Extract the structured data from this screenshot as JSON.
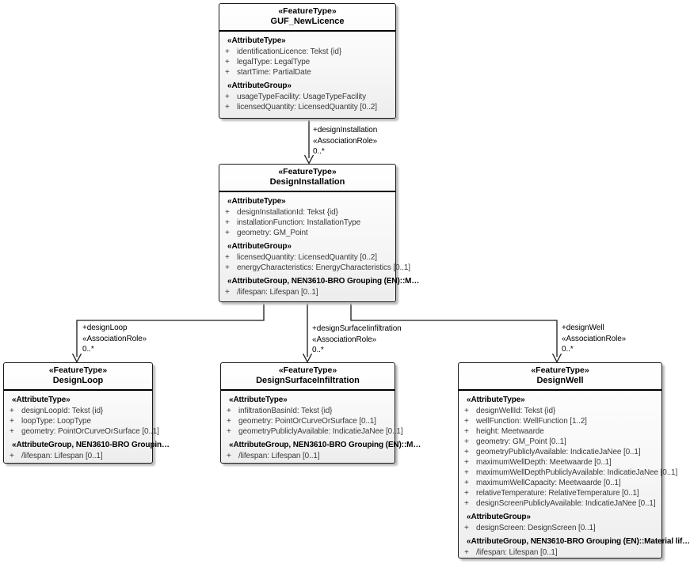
{
  "diagram": {
    "background_color": "#ffffff",
    "box_border_color": "#1a1a1a",
    "box_fill_top": "#ffffff",
    "box_fill_bottom": "#ededed",
    "attribute_text_color": "#3a3a3a"
  },
  "classes": [
    {
      "stereotype": "«FeatureType»",
      "name": "GUF_NewLicence",
      "items": [
        {
          "kind": "group",
          "text": "«AttributeType»"
        },
        {
          "kind": "attr",
          "vis": "+",
          "text": "identificationLicence: Tekst {id}"
        },
        {
          "kind": "attr",
          "vis": "+",
          "text": "legalType: LegalType"
        },
        {
          "kind": "attr",
          "vis": "+",
          "text": "startTime: PartialDate"
        },
        {
          "kind": "group",
          "text": "«AttributeGroup»"
        },
        {
          "kind": "attr",
          "vis": "+",
          "text": "usageTypeFacility: UsageTypeFacility"
        },
        {
          "kind": "attr",
          "vis": "+",
          "text": "licensedQuantity: LicensedQuantity [0..2]"
        }
      ]
    },
    {
      "stereotype": "«FeatureType»",
      "name": "DesignInstallation",
      "items": [
        {
          "kind": "group",
          "text": "«AttributeType»"
        },
        {
          "kind": "attr",
          "vis": "+",
          "text": "designInstallationId: Tekst {id}"
        },
        {
          "kind": "attr",
          "vis": "+",
          "text": "installationFunction: InstallationType"
        },
        {
          "kind": "attr",
          "vis": "+",
          "text": "geometry: GM_Point"
        },
        {
          "kind": "group",
          "text": "«AttributeGroup»"
        },
        {
          "kind": "attr",
          "vis": "+",
          "text": "licensedQuantity: LicensedQuantity [0..2]"
        },
        {
          "kind": "attr",
          "vis": "+",
          "text": "energyCharacteristics: EnergyCharacteristics [0..1]"
        },
        {
          "kind": "group",
          "text": "«AttributeGroup, NEN3610-BRO Grouping (EN)::M…"
        },
        {
          "kind": "attr",
          "vis": "+",
          "text": "/lifespan: Lifespan [0..1]"
        }
      ]
    },
    {
      "stereotype": "«FeatureType»",
      "name": "DesignLoop",
      "items": [
        {
          "kind": "group",
          "text": "«AttributeType»"
        },
        {
          "kind": "attr",
          "vis": "+",
          "text": "designLoopId: Tekst {id}"
        },
        {
          "kind": "attr",
          "vis": "+",
          "text": "loopType: LoopType"
        },
        {
          "kind": "attr",
          "vis": "+",
          "text": "geometry: PointOrCurveOrSurface [0..1]"
        },
        {
          "kind": "group",
          "text": "«AttributeGroup, NEN3610-BRO Groupin…"
        },
        {
          "kind": "attr",
          "vis": "+",
          "text": "/lifespan: Lifespan [0..1]"
        }
      ]
    },
    {
      "stereotype": "«FeatureType»",
      "name": "DesignSurfaceInfiltration",
      "items": [
        {
          "kind": "group",
          "text": "«AttributeType»"
        },
        {
          "kind": "attr",
          "vis": "+",
          "text": "infiltrationBasinId: Tekst {id}"
        },
        {
          "kind": "attr",
          "vis": "+",
          "text": "geometry: PointOrCurveOrSurface [0..1]"
        },
        {
          "kind": "attr",
          "vis": "+",
          "text": "geometryPubliclyAvailable: IndicatieJaNee [0..1]"
        },
        {
          "kind": "group",
          "text": "«AttributeGroup, NEN3610-BRO Grouping (EN)::M…"
        },
        {
          "kind": "attr",
          "vis": "+",
          "text": "/lifespan: Lifespan [0..1]"
        }
      ]
    },
    {
      "stereotype": "«FeatureType»",
      "name": "DesignWell",
      "items": [
        {
          "kind": "group",
          "text": "«AttributeType»"
        },
        {
          "kind": "attr",
          "vis": "+",
          "text": "designWellId: Tekst {id}"
        },
        {
          "kind": "attr",
          "vis": "+",
          "text": "wellFunction: WellFunction [1..2]"
        },
        {
          "kind": "attr",
          "vis": "+",
          "text": "height: Meetwaarde"
        },
        {
          "kind": "attr",
          "vis": "+",
          "text": "geometry: GM_Point [0..1]"
        },
        {
          "kind": "attr",
          "vis": "+",
          "text": "geometryPubliclyAvailable: IndicatieJaNee [0..1]"
        },
        {
          "kind": "attr",
          "vis": "+",
          "text": "maximumWellDepth: Meetwaarde [0..1]"
        },
        {
          "kind": "attr",
          "vis": "+",
          "text": "maximumWellDepthPubliclyAvailable: IndicatieJaNee [0..1]"
        },
        {
          "kind": "attr",
          "vis": "+",
          "text": "maximumWellCapacity: Meetwaarde [0..1]"
        },
        {
          "kind": "attr",
          "vis": "+",
          "text": "relativeTemperature: RelativeTemperature [0..1]"
        },
        {
          "kind": "attr",
          "vis": "+",
          "text": "designScreenPubliclyAvailable: IndicatieJaNee [0..1]"
        },
        {
          "kind": "group",
          "text": "«AttributeGroup»"
        },
        {
          "kind": "attr",
          "vis": "+",
          "text": "designScreen: DesignScreen [0..1]"
        },
        {
          "kind": "group",
          "text": "«AttributeGroup, NEN3610-BRO Grouping (EN)::Material lif…"
        },
        {
          "kind": "attr",
          "vis": "+",
          "text": "/lifespan: Lifespan [0..1]"
        }
      ]
    }
  ],
  "associations": [
    {
      "role": "+designInstallation",
      "stereotype": "«AssociationRole»",
      "multiplicity": "0..*"
    },
    {
      "role": "+designLoop",
      "stereotype": "«AssociationRole»",
      "multiplicity": "0..*"
    },
    {
      "role": "+designSurfaceIinfiltration",
      "stereotype": "«AssociationRole»",
      "multiplicity": "0..*"
    },
    {
      "role": "+designWell",
      "stereotype": "«AssociationRole»",
      "multiplicity": "0..*"
    }
  ]
}
